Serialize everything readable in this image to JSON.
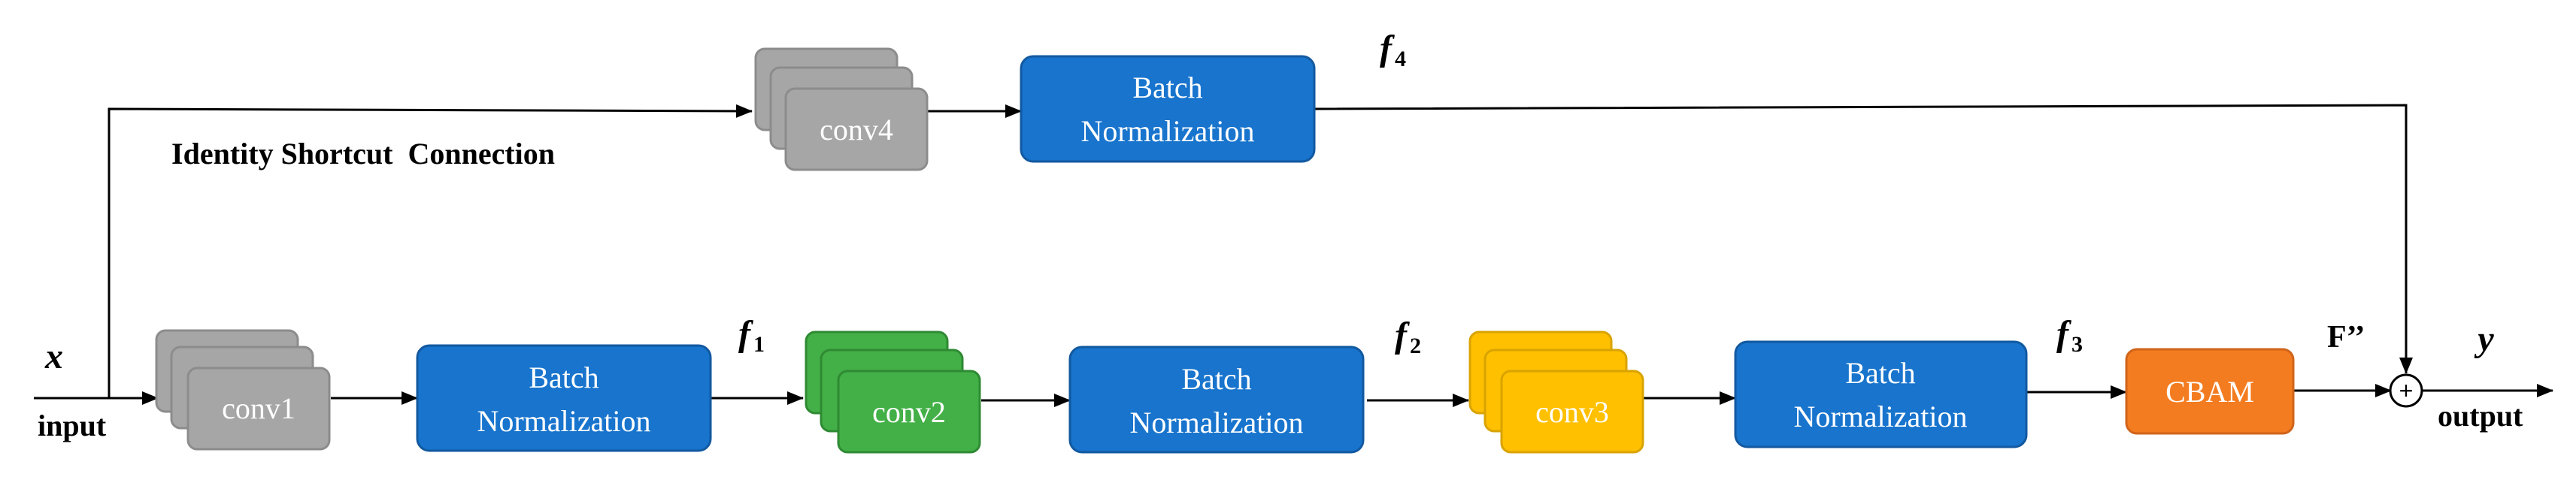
{
  "diagram": {
    "shortcut_label": "Identity Shortcut  Connection",
    "input_var": "x",
    "input_label": "input",
    "output_var": "y",
    "output_label": "output",
    "fprime_label": "F’’",
    "sum_symbol": "+",
    "f1": {
      "base": "f",
      "sub": "1"
    },
    "f2": {
      "base": "f",
      "sub": "2"
    },
    "f3": {
      "base": "f",
      "sub": "3"
    },
    "f4": {
      "base": "f",
      "sub": "4"
    },
    "conv1": "conv1",
    "conv2": "conv2",
    "conv3": "conv3",
    "conv4": "conv4",
    "bn_line1": "Batch",
    "bn_line2": "Normalization",
    "cbam": "CBAM"
  },
  "colors": {
    "conv_gray": "#a6a6a6",
    "conv_gray_border": "#8c8c8c",
    "conv_green": "#43b047",
    "conv_green_border": "#2f8a33",
    "conv_yellow": "#ffc000",
    "conv_yellow_border": "#d9a300",
    "batch_norm_blue": "#1874cd",
    "batch_norm_border": "#1259a0",
    "cbam_orange": "#f47c20",
    "cbam_border": "#d0641a",
    "line": "#000000"
  }
}
